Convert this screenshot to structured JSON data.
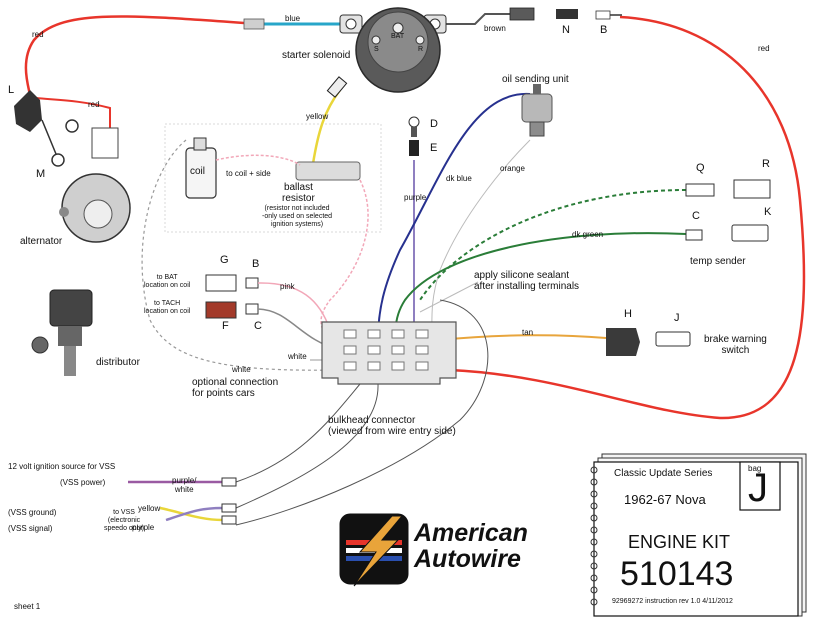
{
  "wire_labels": {
    "red_top_left": "red",
    "blue": "blue",
    "brown": "brown",
    "red_right": "red",
    "red_alt": "red",
    "yellow": "yellow",
    "purple": "purple",
    "dk_blue": "dk blue",
    "orange": "orange",
    "dk_green": "dk green",
    "pink": "pink",
    "white": "white",
    "white_opt": "white",
    "tan": "tan",
    "purple_white": "purple/\nwhite",
    "vss_yellow": "yellow",
    "vss_purple": "purple",
    "to_coil_side": "to coil + side"
  },
  "components": {
    "starter_solenoid": "starter solenoid",
    "oil_sending_unit": "oil sending unit",
    "coil": "coil",
    "ballast_resistor": "ballast\nresistor",
    "ballast_note": "(resistor not included\n-only used on selected\nignition systems)",
    "alternator": "alternator",
    "distributor": "distributor",
    "temp_sender": "temp sender",
    "brake_warning_switch": "brake warning\nswitch",
    "to_bat": "to BAT\nlocation on coil",
    "to_tach": "to TACH\nlocation on coil",
    "optional_connection": "optional connection\nfor points cars",
    "bulkhead": "bulkhead connector\n(viewed from wire entry side)",
    "silicone": "apply silicone sealant\nafter installing terminals",
    "solenoid_bat": "BAT",
    "solenoid_s": "S",
    "solenoid_r": "R"
  },
  "letters": {
    "L": "L",
    "M": "M",
    "N": "N",
    "B1": "B",
    "D": "D",
    "E": "E",
    "Q": "Q",
    "R": "R",
    "C1": "C",
    "K": "K",
    "G": "G",
    "B2": "B",
    "F": "F",
    "C2": "C",
    "H": "H",
    "J": "J"
  },
  "vss": {
    "source": "12 volt ignition source for VSS",
    "power": "(VSS power)",
    "ground": "(VSS ground)",
    "signal": "(VSS signal)",
    "to_vss": "to VSS\n(electronic\nspeedo only)"
  },
  "logo": {
    "line1": "American",
    "line2": "Autowire"
  },
  "kit": {
    "series": "Classic Update Series",
    "model": "1962-67 Nova",
    "bag_label": "bag",
    "bag_letter": "J",
    "title": "ENGINE KIT",
    "number": "510143",
    "footer": "92969272 instruction  rev 1.0   4/11/2012"
  },
  "sheet": "sheet 1",
  "colors": {
    "red": "#e8352b",
    "blue": "#27a6c9",
    "yellow": "#e9d63a",
    "purple": "#8f7fc0",
    "dk_blue": "#27318f",
    "dk_green": "#2a7d38",
    "pink": "#f2a7b8",
    "tan": "#e8a53c",
    "gray": "#777777"
  }
}
